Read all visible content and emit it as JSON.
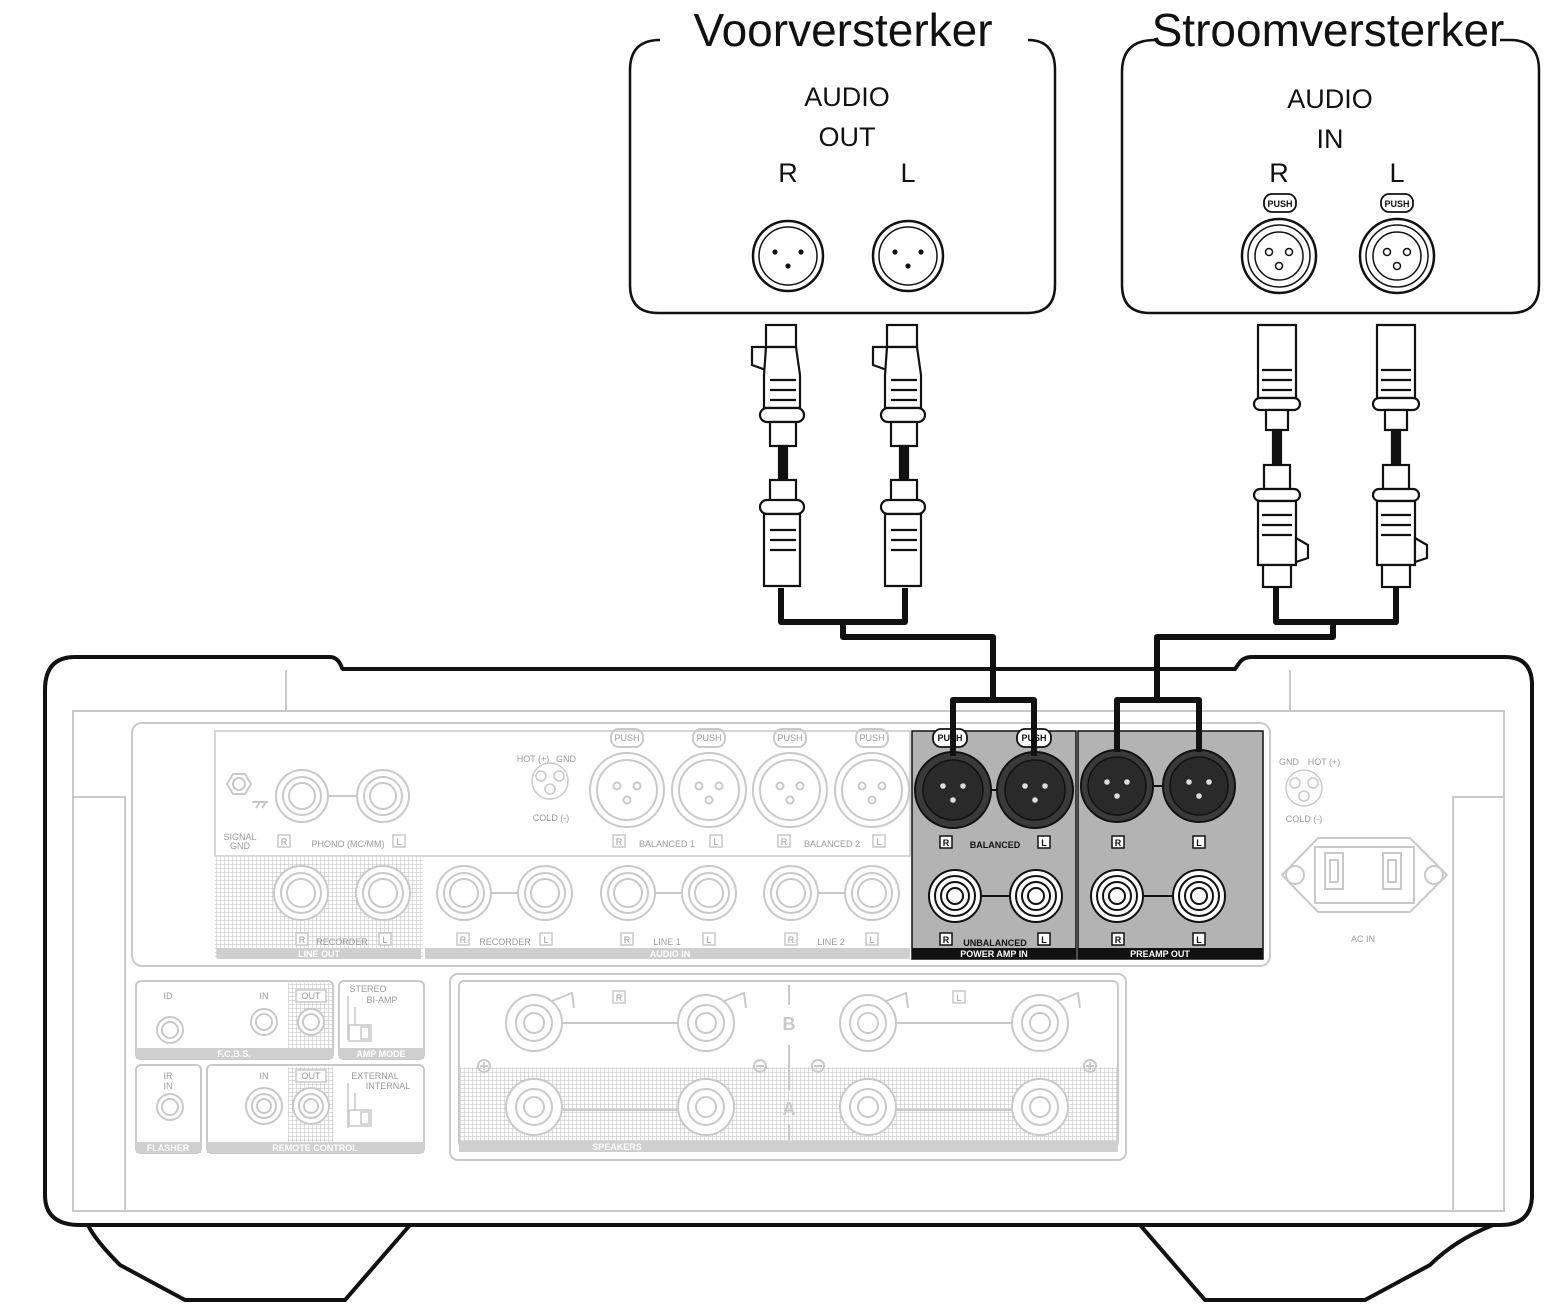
{
  "preamp_box": {
    "title": "Voorversterker",
    "label_line1": "AUDIO",
    "label_line2": "OUT",
    "channel_r": "R",
    "channel_l": "L"
  },
  "poweramp_box": {
    "title": "Stroomversterker",
    "label_line1": "AUDIO",
    "label_line2": "IN",
    "channel_r": "R",
    "channel_l": "L",
    "push_label": "PUSH"
  },
  "rear_panel": {
    "push_label": "PUSH",
    "signal_gnd": [
      "SIGNAL",
      "GND"
    ],
    "phono": "PHONO (MC/MM)",
    "hot_gnd": [
      "HOT (+)",
      "GND"
    ],
    "cold": "COLD (-)",
    "balanced1": "BALANCED 1",
    "balanced2": "BALANCED 2",
    "balanced": "BALANCED",
    "unbalanced": "UNBALANCED",
    "power_amp_in": "POWER AMP IN",
    "preamp_out": "PREAMP OUT",
    "gnd_hot_right": [
      "GND",
      "HOT (+)"
    ],
    "cold_right": "COLD (-)",
    "recorder": "RECORDER",
    "line_out": "LINE OUT",
    "line1": "LINE 1",
    "line2": "LINE 2",
    "audio_in": "AUDIO IN",
    "ac_in": "AC IN",
    "id": "ID",
    "in": "IN",
    "out": "OUT",
    "fcbs": "F.C.B.S.",
    "stereo": "STEREO",
    "bi_amp": "BI-AMP",
    "amp_mode": "AMP MODE",
    "ir_in": [
      "IR",
      "IN"
    ],
    "flasher": "FLASHER",
    "external": "EXTERNAL",
    "internal": "INTERNAL",
    "remote_control": "REMOTE CONTROL",
    "speakers": "SPEAKERS",
    "speaker_b": "B",
    "speaker_a": "A",
    "ch_r": "R",
    "ch_l": "L"
  }
}
